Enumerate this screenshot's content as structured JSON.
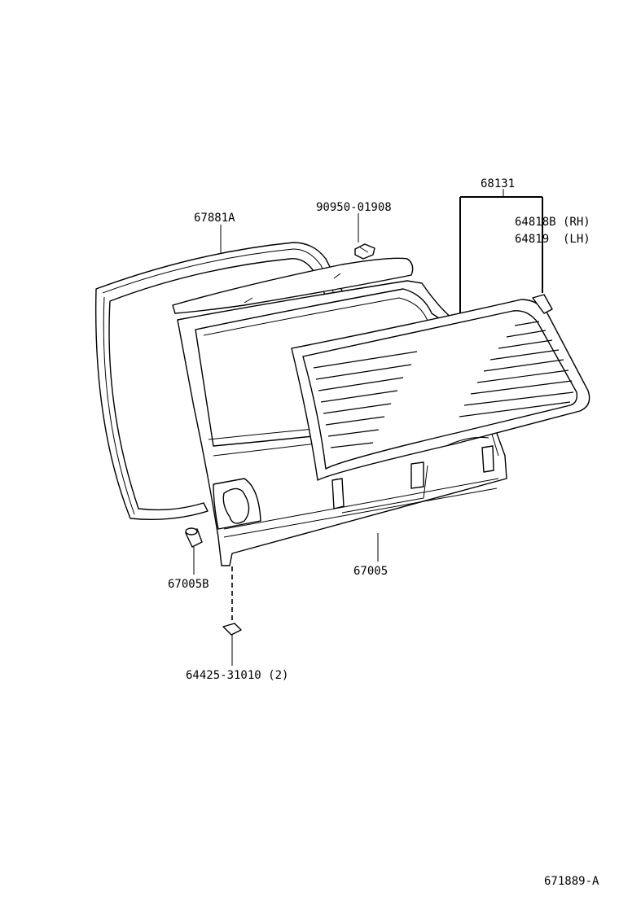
{
  "diagram": {
    "labels": {
      "seal": "67881A",
      "clip_top": "90950-01908",
      "glass_assy": "68131",
      "stopper_rh": "64818B (RH)",
      "stopper_lh": "64819  (LH)",
      "cushion": "67005B",
      "board": "67005",
      "nut": "64425-31010 (2)",
      "figure_code": "671889-A"
    }
  }
}
